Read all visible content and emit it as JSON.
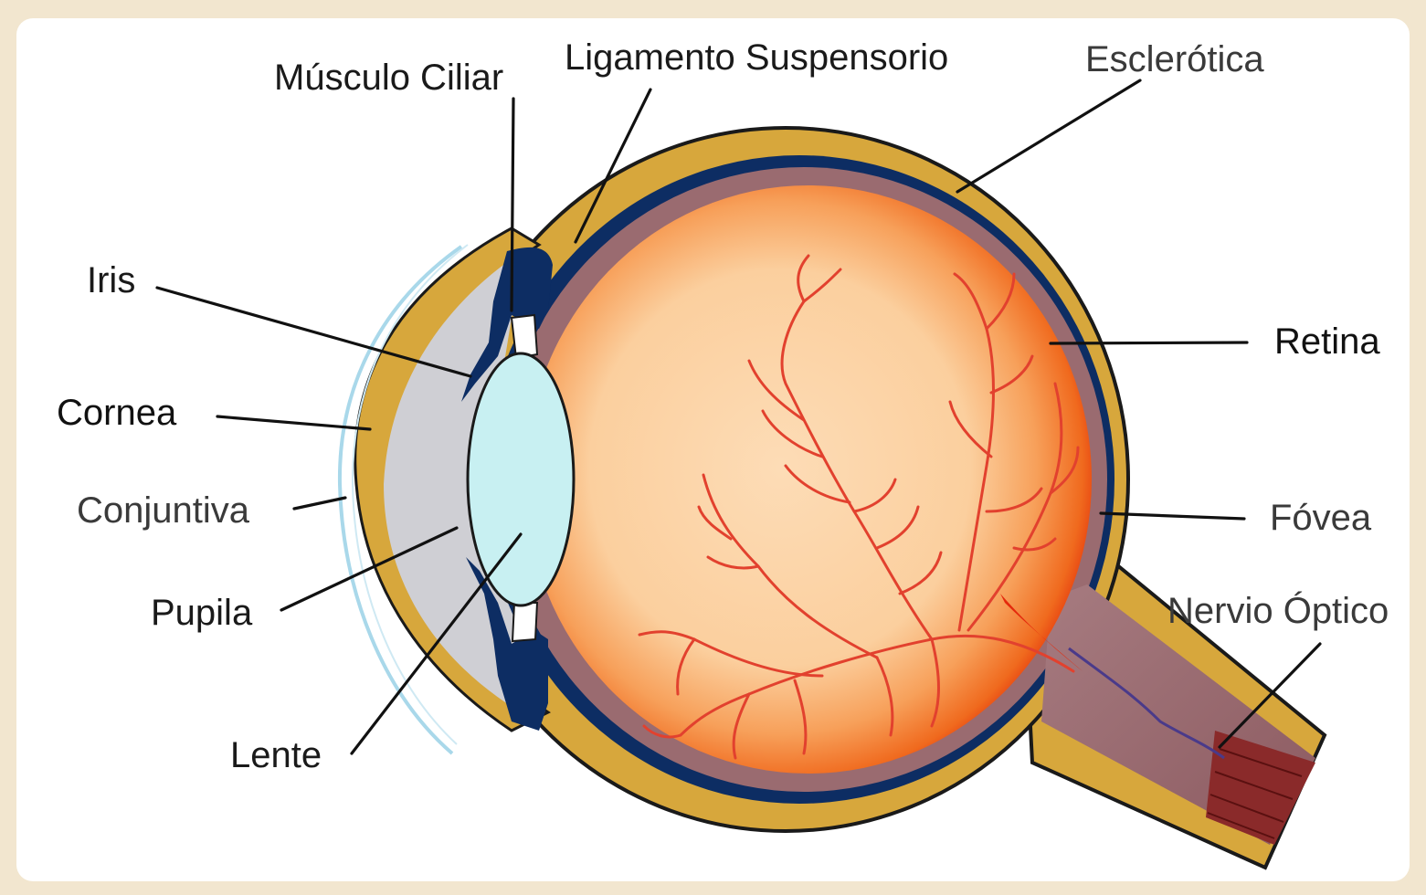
{
  "labels": {
    "musculo_ciliar": "Músculo Ciliar",
    "ligamento_suspensorio": "Ligamento Suspensorio",
    "esclerotica": "Esclerótica",
    "iris": "Iris",
    "cornea": "Cornea",
    "conjuntiva": "Conjuntiva",
    "pupila": "Pupila",
    "lente": "Lente",
    "retina": "Retina",
    "fovea": "Fóvea",
    "nervio_optico": "Nervio Óptico"
  },
  "colors": {
    "background": "#f2e6cf",
    "panel": "#ffffff",
    "sclera": "#d7a73c",
    "choroid": "#0d2d63",
    "retina": "#9a6b70",
    "vitreous_center": "#fbd9b0",
    "vitreous_edge": "#e42a0c",
    "lens": "#c8f0f2",
    "aqueous": "#cfcfd4",
    "vessels": "#e2412e",
    "conjunctiva": "#a9d8ea"
  }
}
